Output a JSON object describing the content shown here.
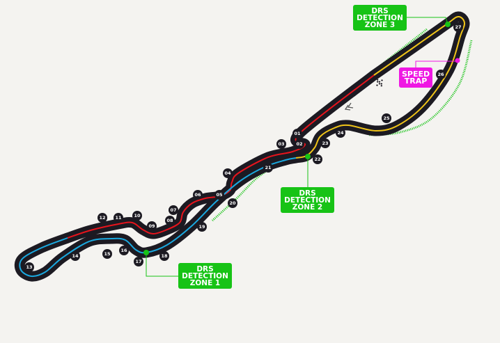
{
  "colors": {
    "track": "#1c1a22",
    "sector1": "#e8141c",
    "sector2": "#1aa9e0",
    "sector3": "#f0c419",
    "drs": "#17c316",
    "speed_trap": "#ef17e3",
    "background": "#f4f3f0"
  },
  "labels": {
    "drs1": [
      "DRS",
      "DETECTION",
      "ZONE 1"
    ],
    "drs2": [
      "DRS",
      "DETECTION",
      "ZONE 2"
    ],
    "drs3": [
      "DRS",
      "DETECTION",
      "ZONE 3"
    ],
    "speed_trap": [
      "SPEED",
      "TRAP"
    ]
  },
  "corners": [
    "01",
    "02",
    "03",
    "04",
    "05",
    "06",
    "07",
    "08",
    "09",
    "10",
    "11",
    "12",
    "13",
    "14",
    "15",
    "16",
    "17",
    "18",
    "19",
    "20",
    "21",
    "22",
    "23",
    "24",
    "25",
    "26",
    "27"
  ],
  "icons": {
    "start": "checkered-flag-icon",
    "direction": "chevron-direction-icon"
  }
}
